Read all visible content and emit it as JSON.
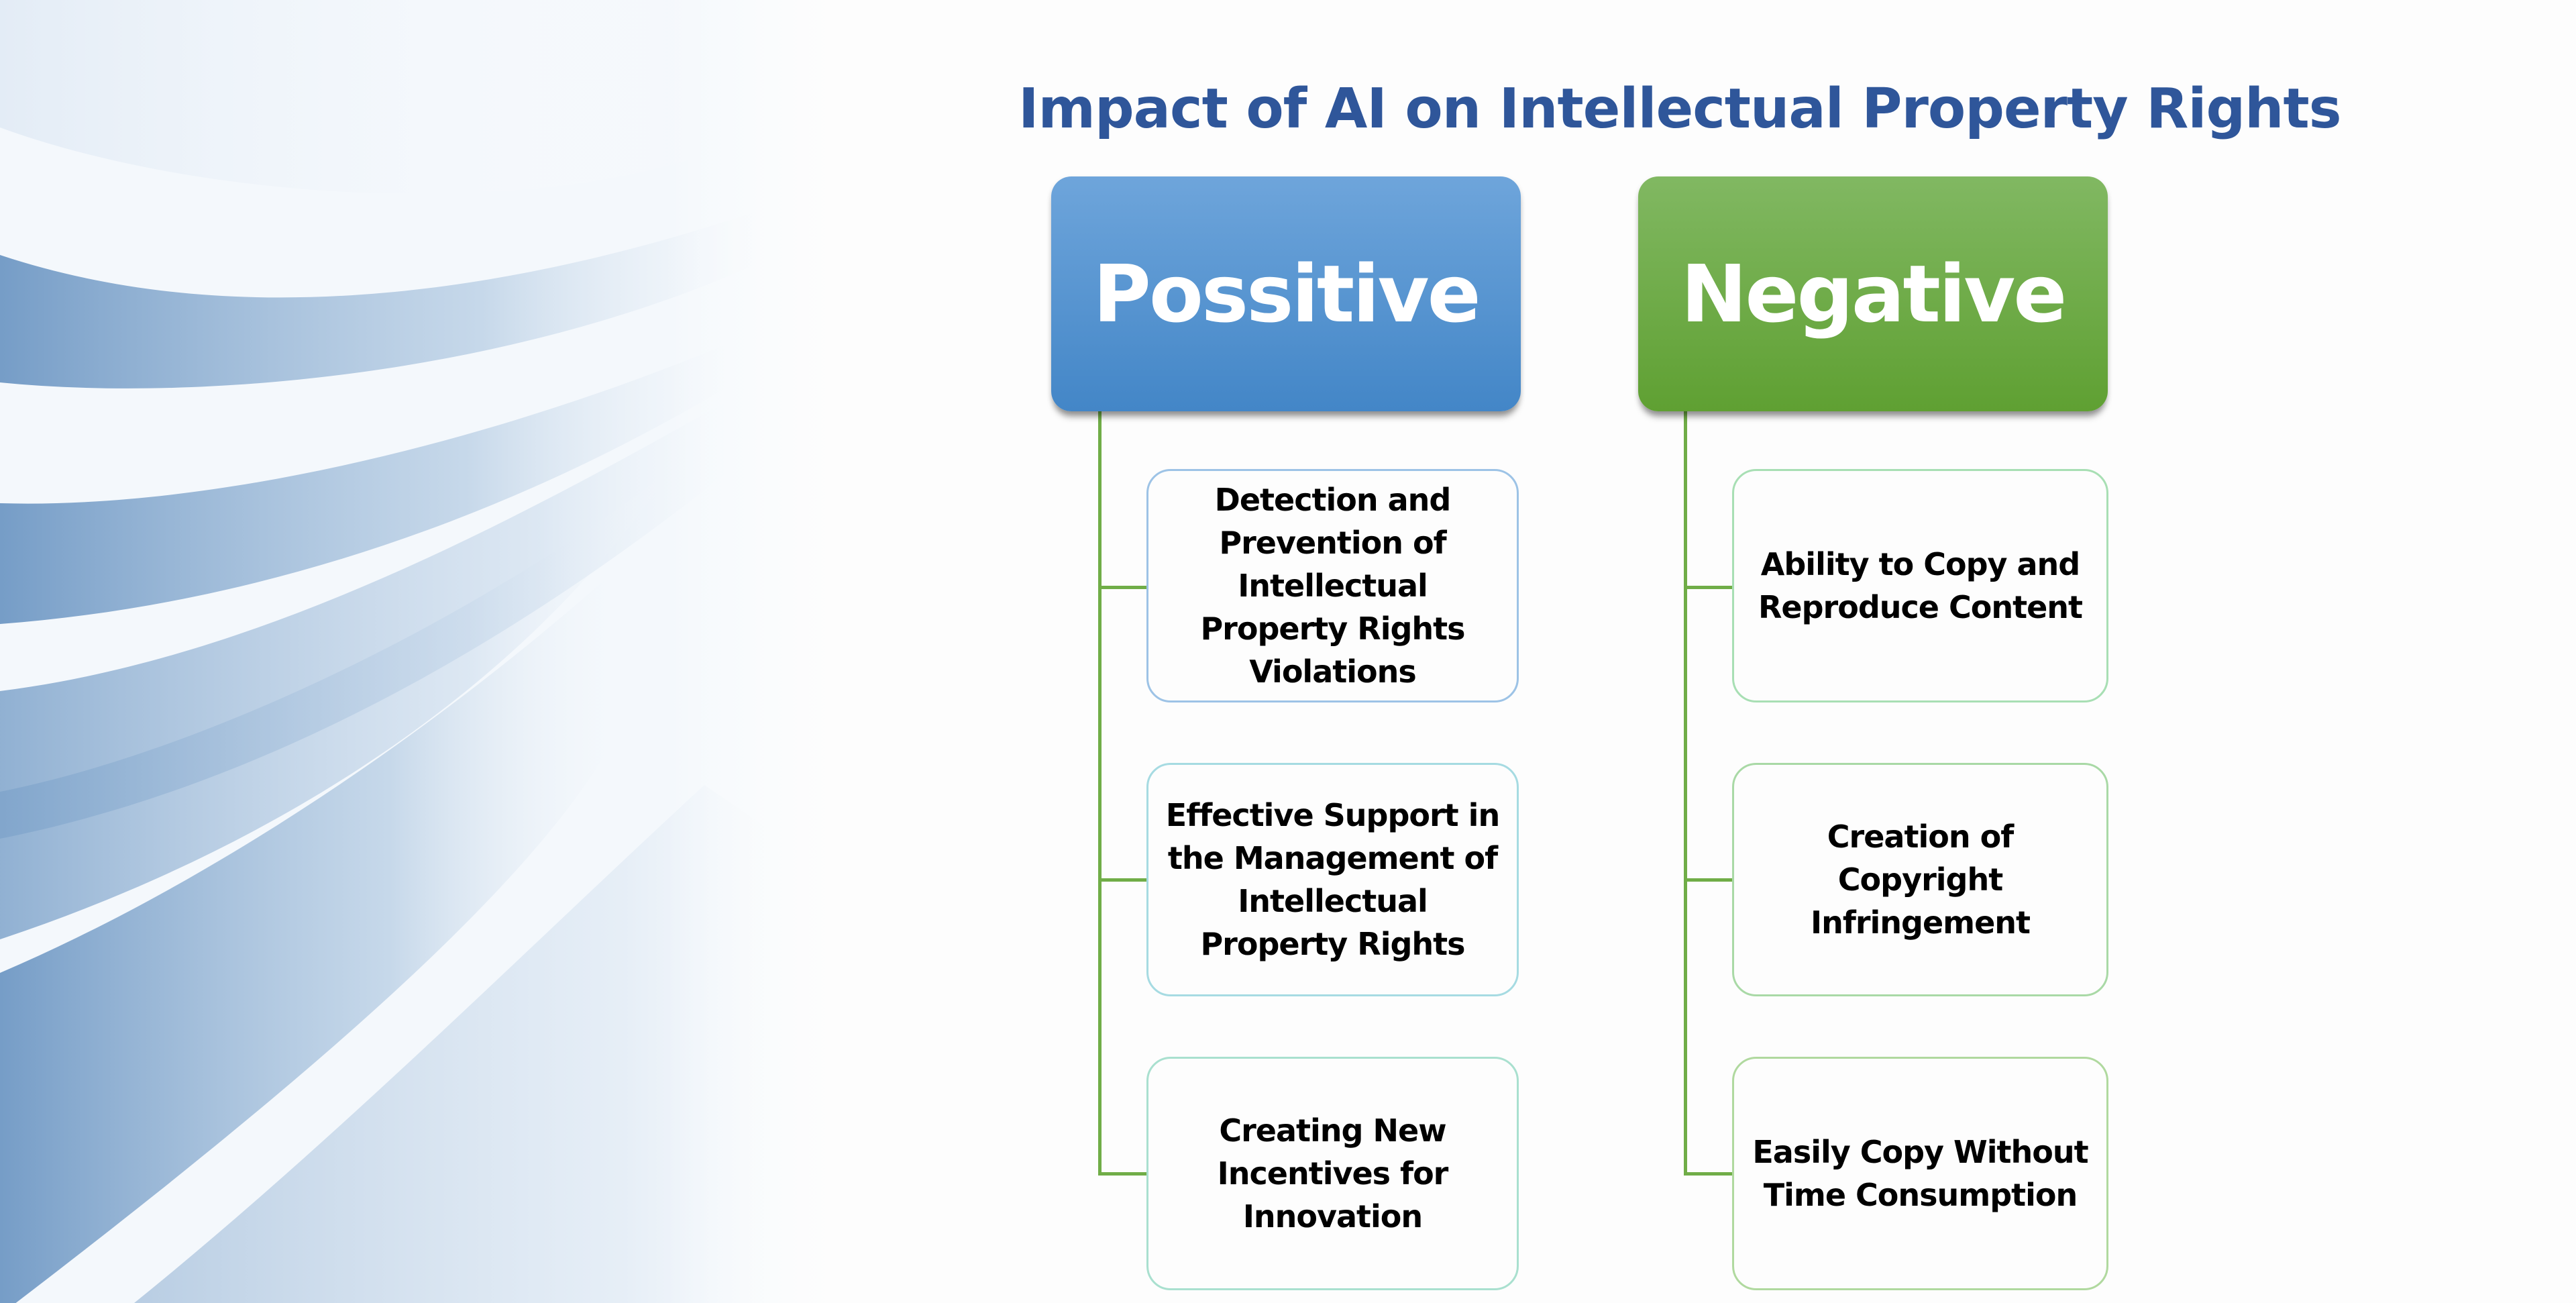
{
  "slide": {
    "title": "Impact of AI on Intellectual Property Rights",
    "title_color": "#2f569a",
    "background_color": "#fdfdfd",
    "decoration": "blue-curved-ribbons-background"
  },
  "branches": [
    {
      "id": "positive",
      "label": "Possitive",
      "gradient_top": "#6ea5db",
      "gradient_bottom": "#4386c7",
      "connector_color": "#70ad47",
      "items": [
        {
          "text": "Detection and Prevention of Intellectual Property Rights Violations",
          "border_color": "#9dc3e6"
        },
        {
          "text": "Effective Support in the Management of Intellectual Property Rights",
          "border_color": "#a6dbe2"
        },
        {
          "text": "Creating New Incentives for Innovation",
          "border_color": "#a9e0cf"
        }
      ]
    },
    {
      "id": "negative",
      "label": "Negative",
      "gradient_top": "#81b862",
      "gradient_bottom": "#5fa032",
      "connector_color": "#70ad47",
      "items": [
        {
          "text": "Ability to Copy and Reproduce Content",
          "border_color": "#a8dfb4"
        },
        {
          "text": "Creation of Copyright Infringement",
          "border_color": "#a9d9a6"
        },
        {
          "text": "Easily Copy Without Time Consumption",
          "border_color": "#b0d99f"
        }
      ]
    }
  ]
}
